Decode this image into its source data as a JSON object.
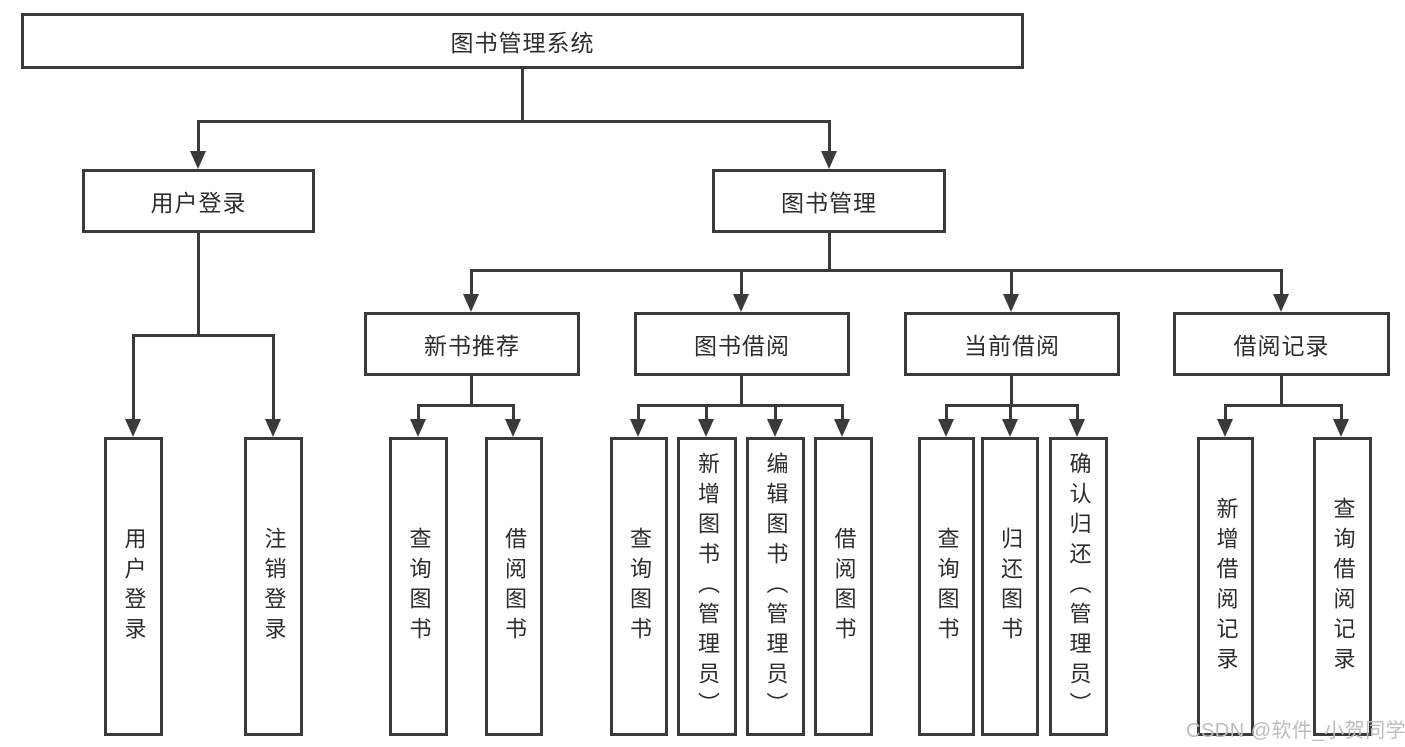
{
  "page": {
    "watermark": "CSDN @软件_小贺同学"
  },
  "tree": {
    "root": "图书管理系统",
    "children": [
      {
        "label": "用户登录",
        "children": [
          {
            "label": "用户登录"
          },
          {
            "label": "注销登录"
          }
        ]
      },
      {
        "label": "图书管理",
        "children": [
          {
            "label": "新书推荐",
            "children": [
              {
                "label": "查询图书"
              },
              {
                "label": "借阅图书"
              }
            ]
          },
          {
            "label": "图书借阅",
            "children": [
              {
                "label": "查询图书"
              },
              {
                "label": "新增图书（管理员）"
              },
              {
                "label": "编辑图书（管理员）"
              },
              {
                "label": "借阅图书"
              }
            ]
          },
          {
            "label": "当前借阅",
            "children": [
              {
                "label": "查询图书"
              },
              {
                "label": "归还图书"
              },
              {
                "label": "确认归还（管理员）"
              }
            ]
          },
          {
            "label": "借阅记录",
            "children": [
              {
                "label": "新增借阅记录"
              },
              {
                "label": "查询借阅记录"
              }
            ]
          }
        ]
      }
    ]
  }
}
